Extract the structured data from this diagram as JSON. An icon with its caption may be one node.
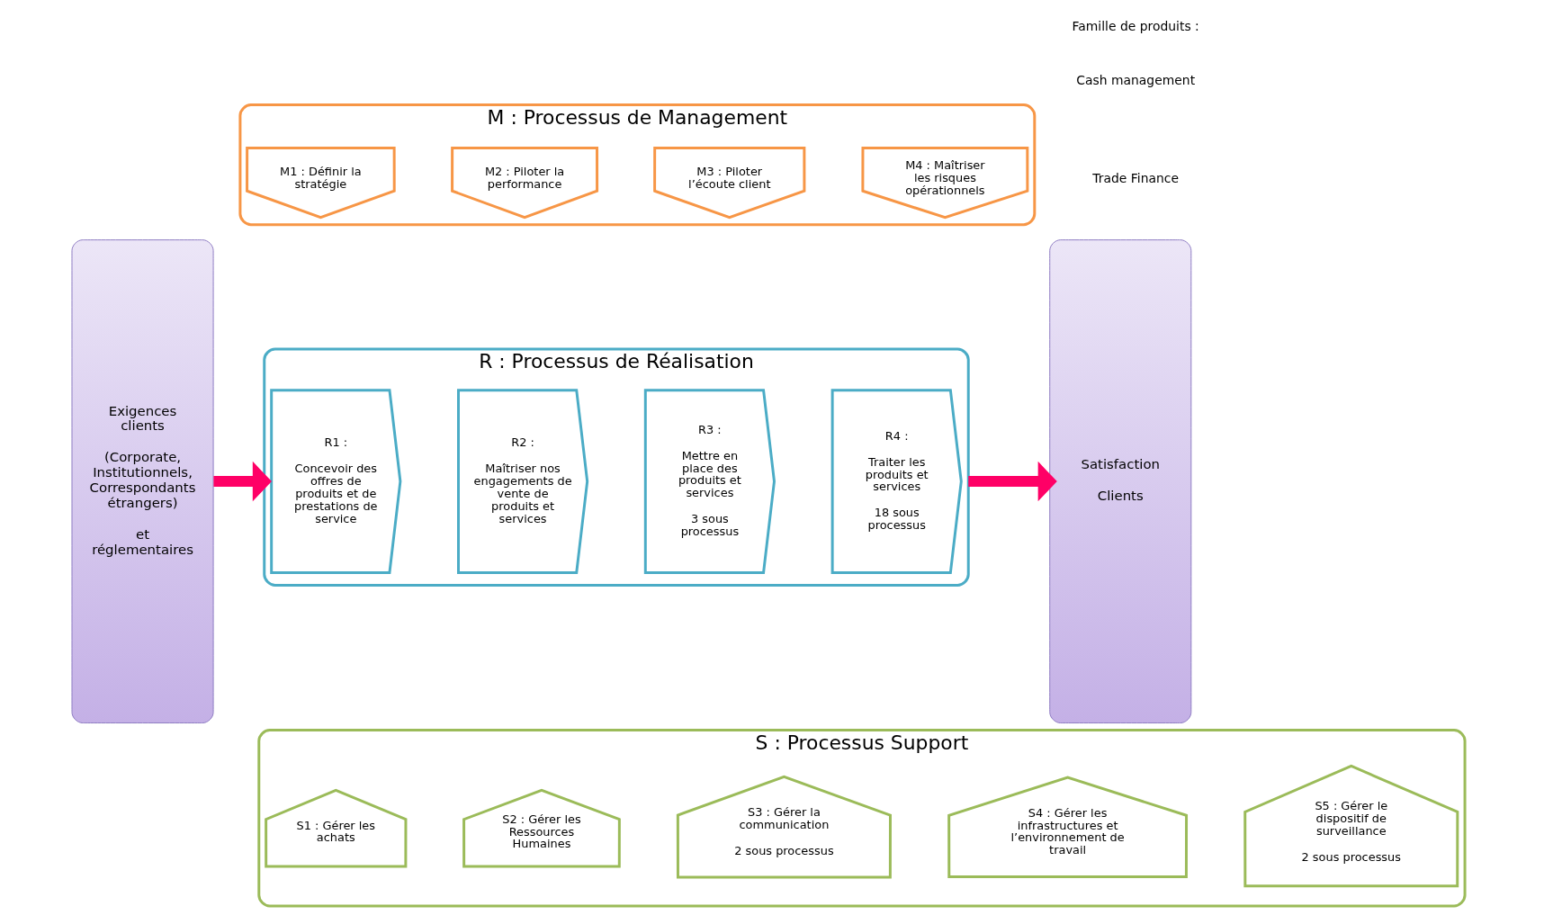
{
  "diagram": {
    "nodes": [
      {
        "text": [
          "Exigences clients",
          "(Corporate, Institutionnels, Correspondants étrangers)",
          "et réglementaires"
        ]
      },
      {
        "text": [
          "M : Processus de Management"
        ]
      },
      {
        "text": [
          "M1 : Définir la stratégie"
        ],
        "in": 1
      },
      {
        "text": [
          "M2 : Piloter la performance"
        ],
        "in": 1
      },
      {
        "text": [
          "M3 : Piloter l’écoute client"
        ],
        "in": 1
      },
      {
        "text": [
          "M4 : Maîtriser les risques opérationnels"
        ],
        "in": 1
      },
      {
        "text": [
          "R : Processus de Réalisation"
        ]
      },
      {
        "text": [
          "R1 :",
          "Concevoir des offres de produits et de prestations de service"
        ],
        "in": 6
      },
      {
        "text": [
          "R2 :",
          "Maîtriser nos engagements de vente de produits et services"
        ],
        "in": 6
      },
      {
        "text": [
          "R3 :",
          "Mettre en place des produits et services",
          "3 sous processus"
        ],
        "in": 6
      },
      {
        "text": [
          "R4 :",
          "Traiter les produits et services",
          "18 sous processus"
        ],
        "in": 6
      },
      {
        "text": [
          "S : Processus Support"
        ]
      },
      {
        "text": [
          "S1 : Gérer les achats"
        ],
        "in": 11
      },
      {
        "text": [
          "S2 : Gérer les Ressources Humaines"
        ],
        "in": 11
      },
      {
        "text": [
          "S3 : Gérer la communication",
          "2 sous processus"
        ],
        "in": 11
      },
      {
        "text": [
          "S4 : Gérer les infrastructures et l’environnement de travail"
        ],
        "in": 11
      },
      {
        "text": [
          "S5 : Gérer le dispositif de surveillance",
          "2 sous processus"
        ],
        "in": 11
      },
      {
        "text": [
          "Satisfaction",
          "Clients"
        ]
      }
    ],
    "edges": [
      {
        "from": 0,
        "to": 6,
        "arrow": "to",
        "color": "#ff0066"
      },
      {
        "from": 6,
        "to": 17,
        "arrow": "to",
        "color": "#ff0066"
      }
    ],
    "labels": [
      "Famille de produits :",
      "Cash management",
      "Trade Finance"
    ]
  }
}
